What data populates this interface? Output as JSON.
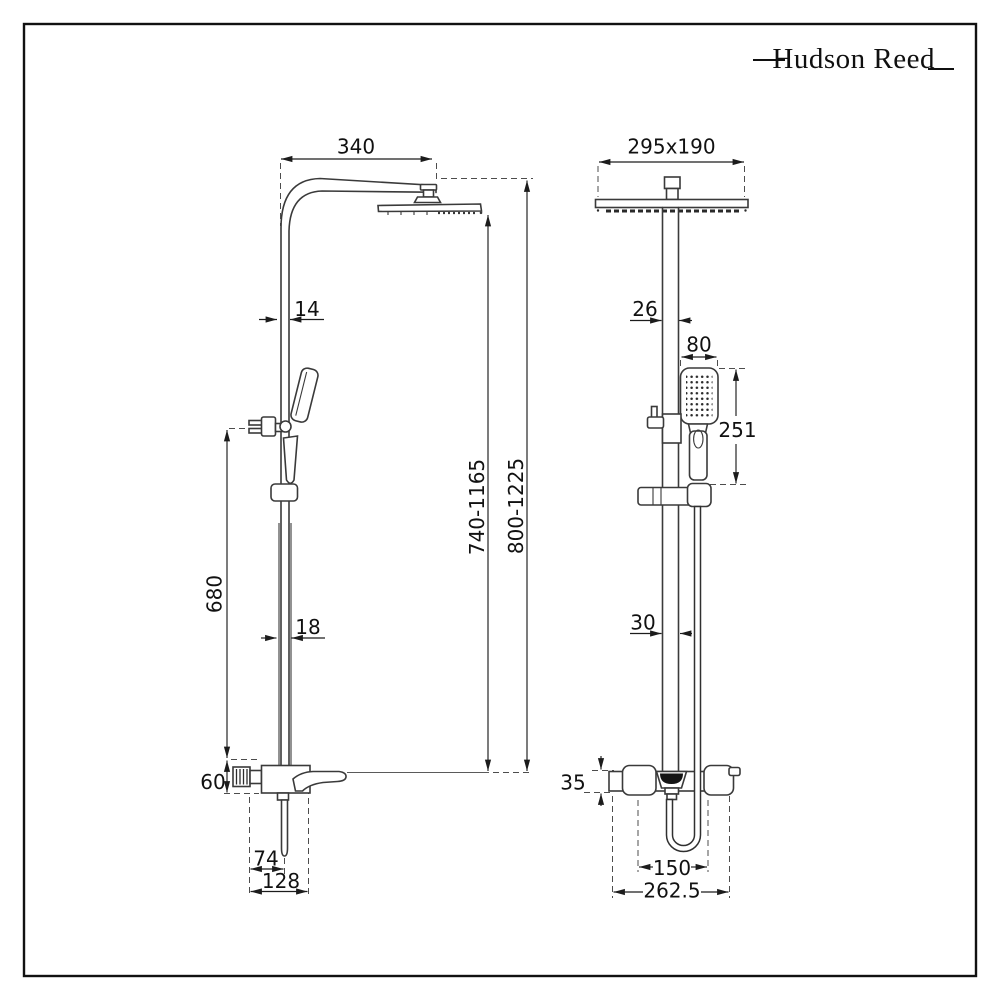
{
  "logo": {
    "text": "Hudson Reed"
  },
  "dimensions": {
    "side": {
      "arm_projection": "340",
      "upper_tube_diameter": "14",
      "riser_rail_length": "680",
      "lower_tube_diameter": "18",
      "valve_body_depth": "60",
      "spout_projection": "74",
      "overall_projection": "128",
      "handset_height_range": "740-1165",
      "overall_height_range": "800-1225"
    },
    "front": {
      "head_plate_size": "295x190",
      "upper_tube_width": "26",
      "handset_width": "80",
      "handset_length": "251",
      "lower_tube_width": "30",
      "valve_body_height": "35",
      "inlet_centres": "150",
      "valve_overall_width": "262.5"
    }
  }
}
